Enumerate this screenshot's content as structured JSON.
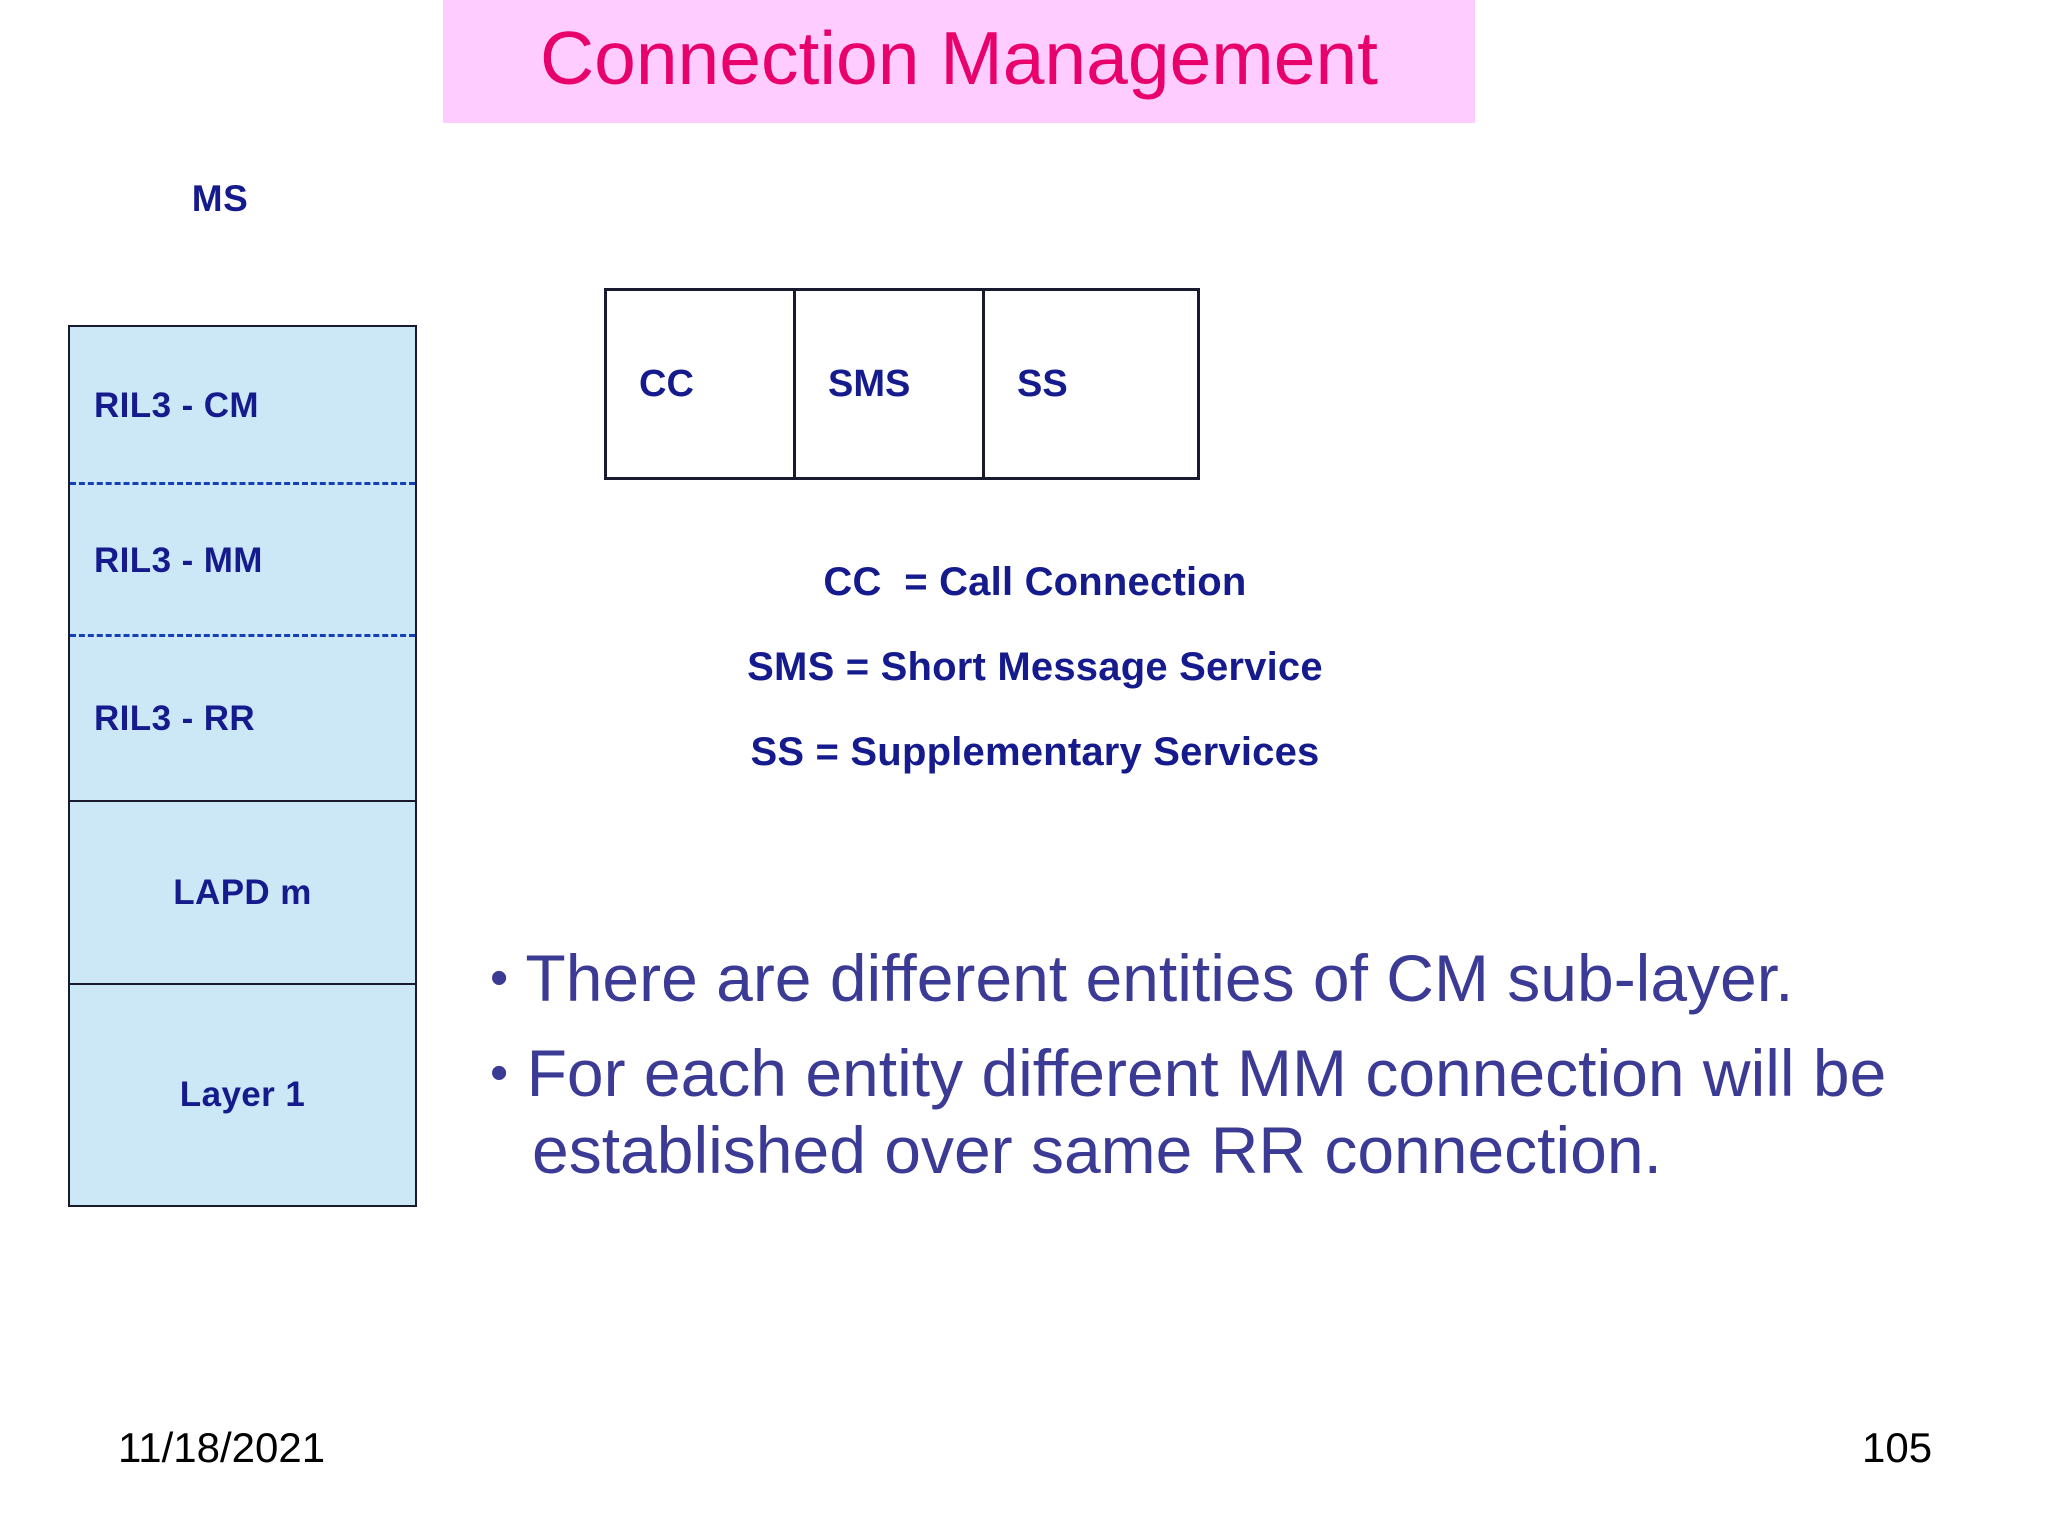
{
  "slide": {
    "title": "Connection Management",
    "title_bg_color": "#FFCCFF",
    "title_text_color": "#E8006B"
  },
  "stack": {
    "heading": "MS",
    "fill_color": "#CCE8F7",
    "label_color": "#151B8D",
    "layers": [
      {
        "label": "RIL3 - CM"
      },
      {
        "label": "RIL3 - MM"
      },
      {
        "label": "RIL3 - RR"
      },
      {
        "label": "LAPD m"
      },
      {
        "label": "Layer 1"
      }
    ]
  },
  "entities": {
    "cells": [
      {
        "label": "CC"
      },
      {
        "label": "SMS"
      },
      {
        "label": "SS"
      }
    ]
  },
  "legend": {
    "lines": [
      "CC  = Call Connection",
      "SMS = Short Message Service",
      "SS = Supplementary Services"
    ]
  },
  "bullets": {
    "text_color": "#3B3B96",
    "items": [
      "There are different entities of CM sub-layer.",
      "For each entity different MM connection will be established over same RR connection."
    ]
  },
  "footer": {
    "date": "11/18/2021",
    "page_number": "105"
  }
}
